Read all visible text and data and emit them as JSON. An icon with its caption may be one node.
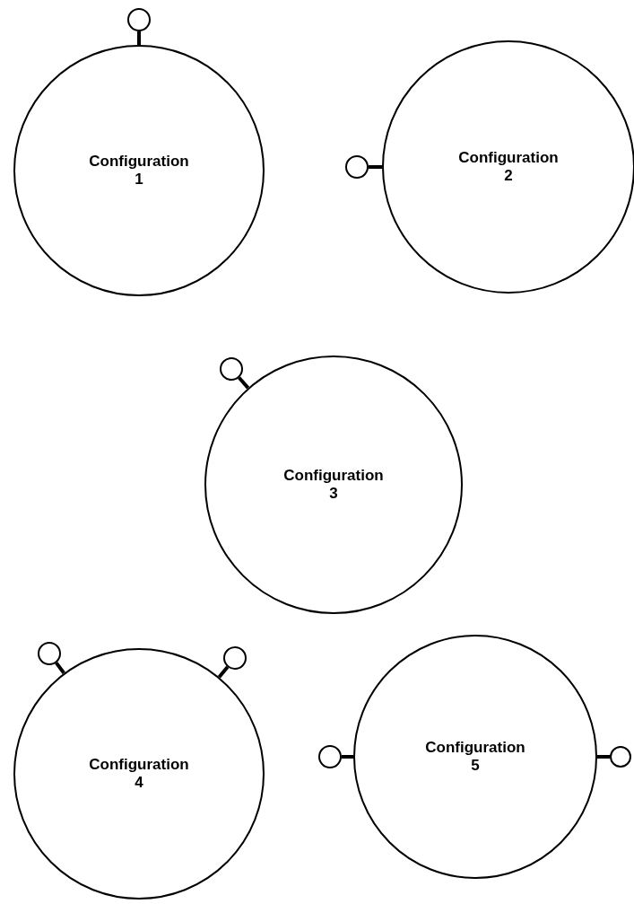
{
  "diagram": {
    "nodes": [
      {
        "text": [],
        "shape": "circle"
      },
      {
        "text": [
          "Configuration 1"
        ]
      },
      {
        "text": [],
        "shape": "circle"
      },
      {
        "text": [
          "Configuration 2"
        ]
      },
      {
        "text": [],
        "shape": "circle"
      },
      {
        "text": [
          "Configuration 3"
        ]
      },
      {
        "text": [],
        "shape": "circle"
      },
      {
        "text": [],
        "shape": "circle"
      },
      {
        "text": [
          "Configuration 4"
        ]
      },
      {
        "text": [],
        "shape": "circle"
      },
      {
        "text": [
          "Configuration 5"
        ]
      },
      {
        "text": [],
        "shape": "circle"
      }
    ],
    "edges": [
      {
        "from": 0,
        "to": 1,
        "arrow": "none"
      },
      {
        "from": 2,
        "to": 3,
        "arrow": "none"
      },
      {
        "from": 4,
        "to": 5,
        "arrow": "none"
      },
      {
        "from": 6,
        "to": 8,
        "arrow": "none"
      },
      {
        "from": 7,
        "to": 8,
        "arrow": "none"
      },
      {
        "from": 9,
        "to": 10,
        "arrow": "none"
      },
      {
        "from": 11,
        "to": 10,
        "arrow": "none"
      }
    ]
  }
}
